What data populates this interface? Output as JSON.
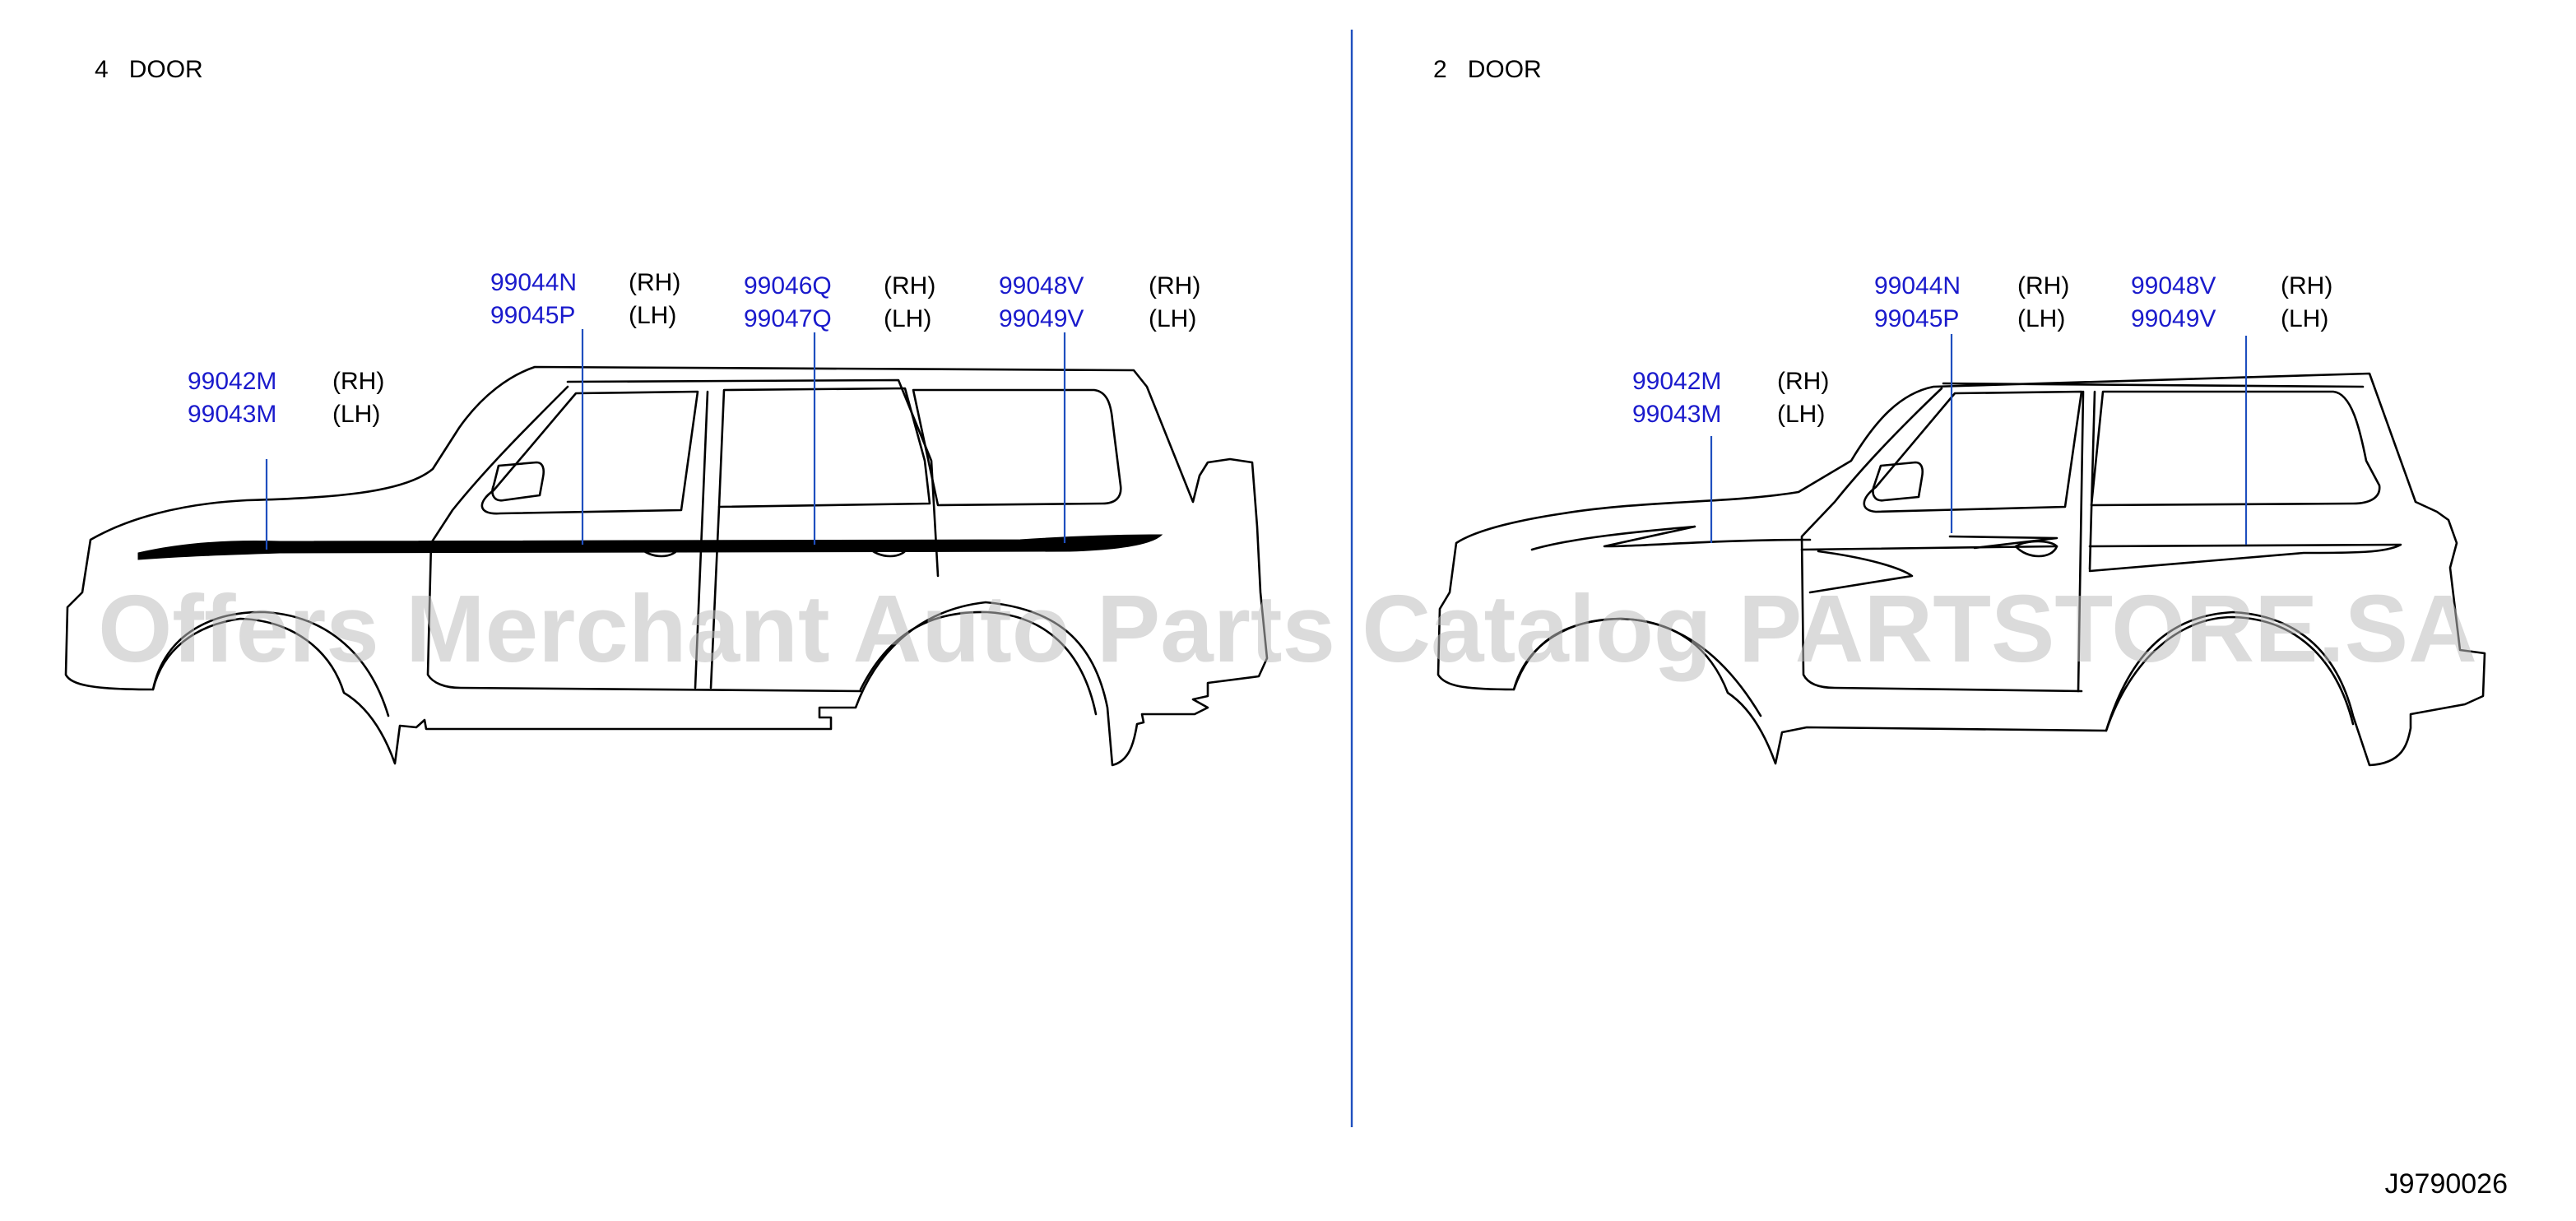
{
  "left_panel": {
    "title": "4   DOOR",
    "callouts": [
      {
        "rh": "99042M",
        "lh": "99043M",
        "rh_side": "(RH)",
        "lh_side": "(LH)"
      },
      {
        "rh": "99044N",
        "lh": "99045P",
        "rh_side": "(RH)",
        "lh_side": "(LH)"
      },
      {
        "rh": "99046Q",
        "lh": "99047Q",
        "rh_side": "(RH)",
        "lh_side": "(LH)"
      },
      {
        "rh": "99048V",
        "lh": "99049V",
        "rh_side": "(RH)",
        "lh_side": "(LH)"
      }
    ]
  },
  "right_panel": {
    "title": "2   DOOR",
    "callouts": [
      {
        "rh": "99042M",
        "lh": "99043M",
        "rh_side": "(RH)",
        "lh_side": "(LH)"
      },
      {
        "rh": "99044N",
        "lh": "99045P",
        "rh_side": "(RH)",
        "lh_side": "(LH)"
      },
      {
        "rh": "99048V",
        "lh": "99049V",
        "rh_side": "(RH)",
        "lh_side": "(LH)"
      }
    ]
  },
  "figure_code": "J9790026",
  "watermark": "Offers Merchant Auto Parts Catalog PARTSTORE.SA",
  "colors": {
    "part_number": "#1a1acc",
    "leader_line": "#1f4fbf",
    "divider": "#1f4fbf",
    "watermark": "#bdbdbd"
  }
}
